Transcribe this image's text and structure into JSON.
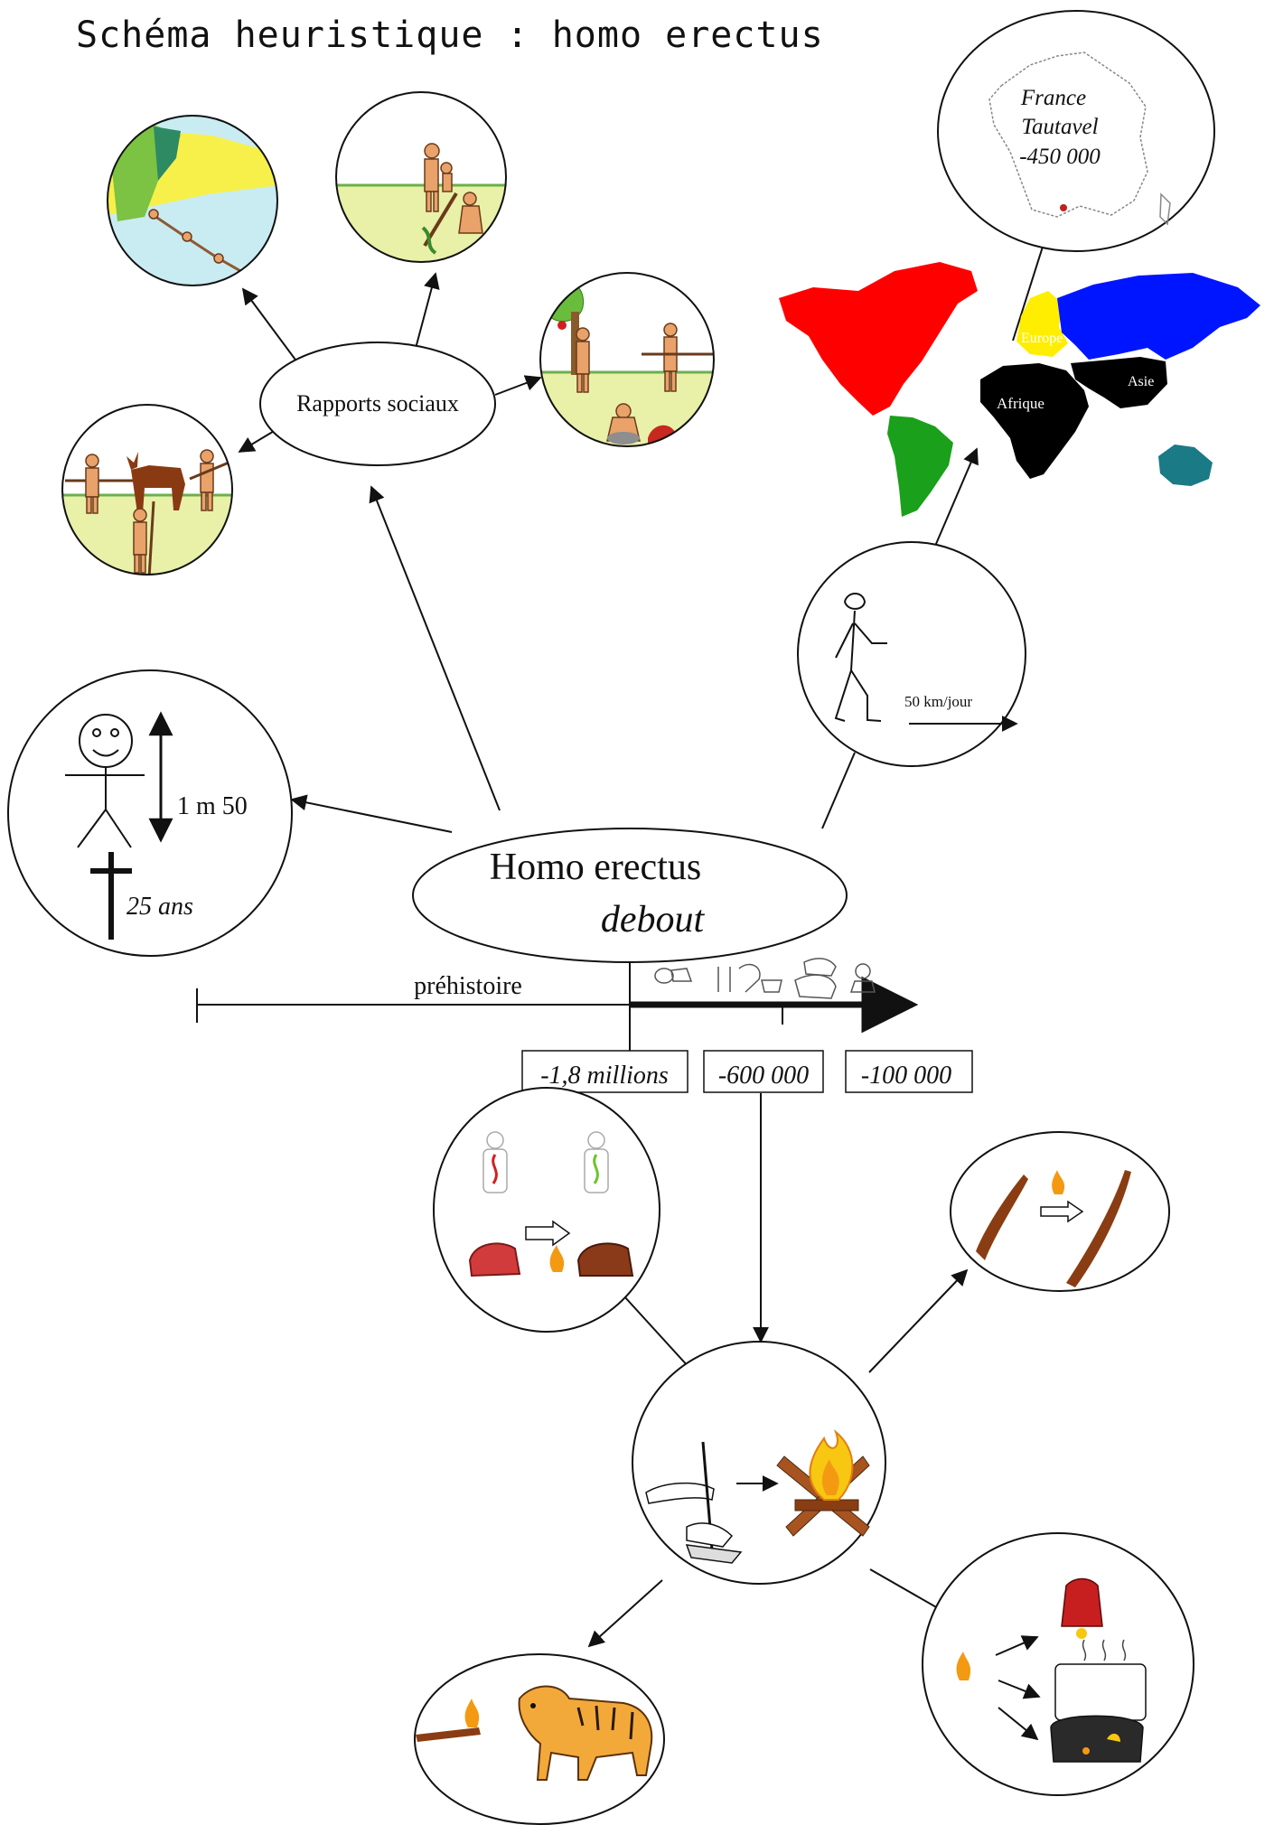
{
  "title": "Schéma heuristique : homo erectus",
  "center": {
    "line1": "Homo erectus",
    "line2": "debout"
  },
  "rapports_sociaux": "Rapports sociaux",
  "height_node": {
    "height": "1 m 50",
    "lifespan": "25 ans"
  },
  "walk_node": {
    "speed": "50 km/jour"
  },
  "map": {
    "france_label": "France",
    "tautavel_label": "Tautavel",
    "date_label": "-450 000",
    "continents": [
      "Europe",
      "Asie",
      "Afrique"
    ],
    "colors": {
      "americas_north": "#ff0000",
      "americas_south": "#1aa01a",
      "europe": "#ffee00",
      "asia": "#0015ff",
      "africa": "#000000",
      "oceania": "#1a7a86"
    }
  },
  "timeline": {
    "label": "préhistoire",
    "dates": [
      "-1,8 millions",
      "-600 000",
      "-100 000"
    ]
  },
  "colors": {
    "line": "#111111",
    "fire": "#f39a12",
    "meat": "#b3222b",
    "wood": "#8a3d12"
  }
}
